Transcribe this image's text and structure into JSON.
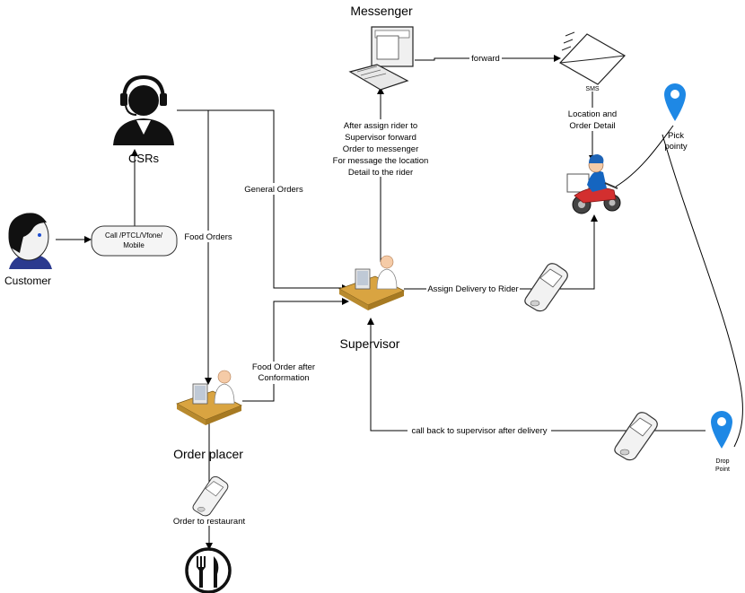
{
  "actors": {
    "customer": "Customer",
    "csrs": "CSRs",
    "supervisor": "Supervisor",
    "order_placer": "Order placer",
    "messenger": "Messenger"
  },
  "call_box": [
    "Call /PTCL/Vfone/",
    "Mobile"
  ],
  "edges": {
    "general_orders": "General Orders",
    "food_orders": "Food Orders",
    "food_order_after": [
      "Food Order after",
      "Conformation"
    ],
    "after_assign": [
      "After assign rider to",
      "Supervisor forward",
      "Order to messenger",
      "For message the location",
      "Detail to the rider"
    ],
    "forward": "forward",
    "location_detail": [
      "Location and",
      "Order Detail"
    ],
    "assign_delivery": "Assign Delivery to Rider",
    "call_back": "call back to supervisor after delivery",
    "order_to_restaurant": "Order to restaurant"
  },
  "sms": "SMS",
  "pick_point": [
    "Pick",
    "pointy"
  ],
  "drop_point": [
    "Drop",
    "Point"
  ],
  "colors": {
    "pin": "#1e88e5",
    "desk": "#d9a441",
    "skin": "#f5cba7"
  }
}
